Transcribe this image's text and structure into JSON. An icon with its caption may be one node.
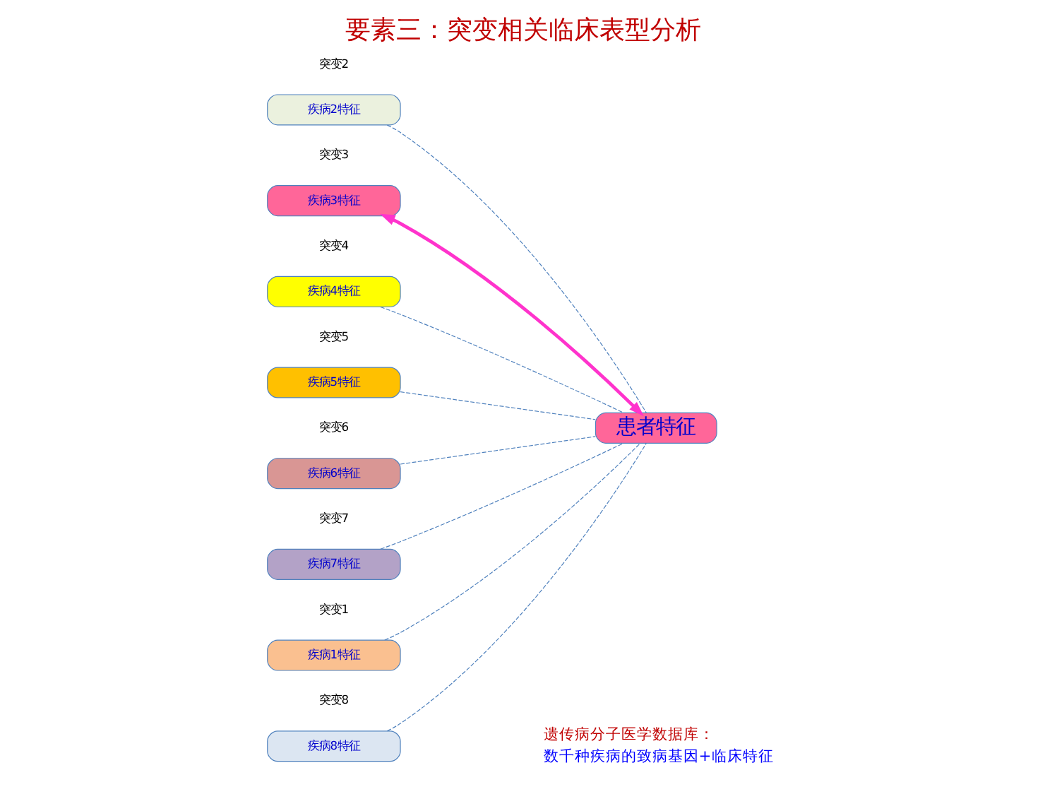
{
  "diagram": {
    "title": "要素三：突变相关临床表型分析",
    "nodes": [
      {
        "text": [
          "疾病1特征"
        ],
        "beside": [
          "突变1"
        ]
      },
      {
        "text": [
          "疾病2特征"
        ],
        "beside": [
          "突变2"
        ]
      },
      {
        "text": [
          "疾病3特征"
        ],
        "beside": [
          "突变3"
        ]
      },
      {
        "text": [
          "疾病4特征"
        ],
        "beside": [
          "突变4"
        ]
      },
      {
        "text": [
          "疾病5特征"
        ],
        "beside": [
          "突变5"
        ]
      },
      {
        "text": [
          "疾病6特征"
        ],
        "beside": [
          "突变6"
        ]
      },
      {
        "text": [
          "疾病7特征"
        ],
        "beside": [
          "突变7"
        ]
      },
      {
        "text": [
          "疾病8特征"
        ],
        "beside": [
          "突变8"
        ]
      },
      {
        "text": [
          "患者特征"
        ]
      }
    ],
    "edges": [
      {
        "from": 0,
        "to": 8,
        "arrow": "none",
        "style": "dashed"
      },
      {
        "from": 1,
        "to": 8,
        "arrow": "none",
        "style": "dashed"
      },
      {
        "from": 2,
        "to": 8,
        "arrow": "both",
        "style": "thick",
        "color": "#ff33cc"
      },
      {
        "from": 3,
        "to": 8,
        "arrow": "none",
        "style": "dashed"
      },
      {
        "from": 4,
        "to": 8,
        "arrow": "none",
        "style": "dashed"
      },
      {
        "from": 5,
        "to": 8,
        "arrow": "none",
        "style": "dashed"
      },
      {
        "from": 6,
        "to": 8,
        "arrow": "none",
        "style": "dashed"
      },
      {
        "from": 7,
        "to": 8,
        "arrow": "none",
        "style": "dashed"
      }
    ],
    "labels": [
      "遗传病分子医学数据库：",
      "数千种疾病的致病基因+临床特征"
    ]
  }
}
